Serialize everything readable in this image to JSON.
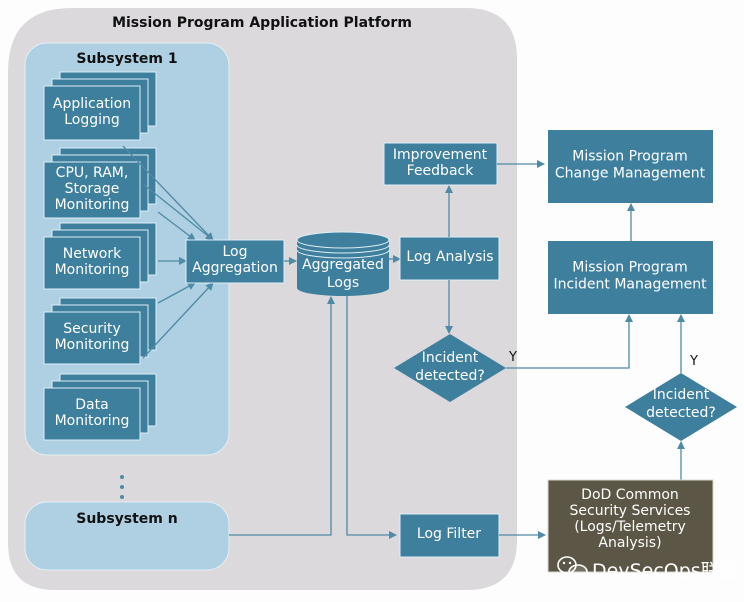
{
  "colors": {
    "platform_bg": "#dcd9dd",
    "subsystem_bg": "#aed0e2",
    "box_fill": "#3e7f9e",
    "box_stroke": "#dfeef5",
    "dod_fill": "#5b5646",
    "connector": "#4f8aa6",
    "page_bg": "#fdfdfe"
  },
  "platform": {
    "title": "Mission Program Application Platform"
  },
  "subsystem1": {
    "title": "Subsystem 1",
    "items": [
      {
        "id": "app-logging",
        "lines": [
          "Application",
          "Logging"
        ]
      },
      {
        "id": "cpu-ram-storage",
        "lines": [
          "CPU, RAM,",
          "Storage",
          "Monitoring"
        ]
      },
      {
        "id": "network",
        "lines": [
          "Network",
          "Monitoring"
        ]
      },
      {
        "id": "security",
        "lines": [
          "Security",
          "Monitoring"
        ]
      },
      {
        "id": "data",
        "lines": [
          "Data",
          "Monitoring"
        ]
      }
    ]
  },
  "ellipsis": "⋮",
  "subsystem_n": {
    "title": "Subsystem n"
  },
  "log_aggregation": {
    "lines": [
      "Log",
      "Aggregation"
    ]
  },
  "aggregated_logs": {
    "lines": [
      "Aggregated",
      "Logs"
    ]
  },
  "log_analysis": {
    "lines": [
      "Log Analysis"
    ]
  },
  "improvement_feedback": {
    "lines": [
      "Improvement",
      "Feedback"
    ]
  },
  "change_management": {
    "lines": [
      "Mission Program",
      "Change Management"
    ]
  },
  "incident_management": {
    "lines": [
      "Mission Program",
      "Incident Management"
    ]
  },
  "decision_left": {
    "lines": [
      "Incident",
      "detected?"
    ],
    "yes_label": "Y"
  },
  "decision_right": {
    "lines": [
      "Incident",
      "detected?"
    ],
    "yes_label": "Y"
  },
  "log_filter": {
    "lines": [
      "Log Filter"
    ]
  },
  "dod_css": {
    "lines": [
      "DoD Common",
      "Security Services",
      "(Logs/Telemetry",
      "Analysis)"
    ]
  },
  "watermark": {
    "text": "DevSecOps联盟",
    "icon": "wechat-icon"
  }
}
